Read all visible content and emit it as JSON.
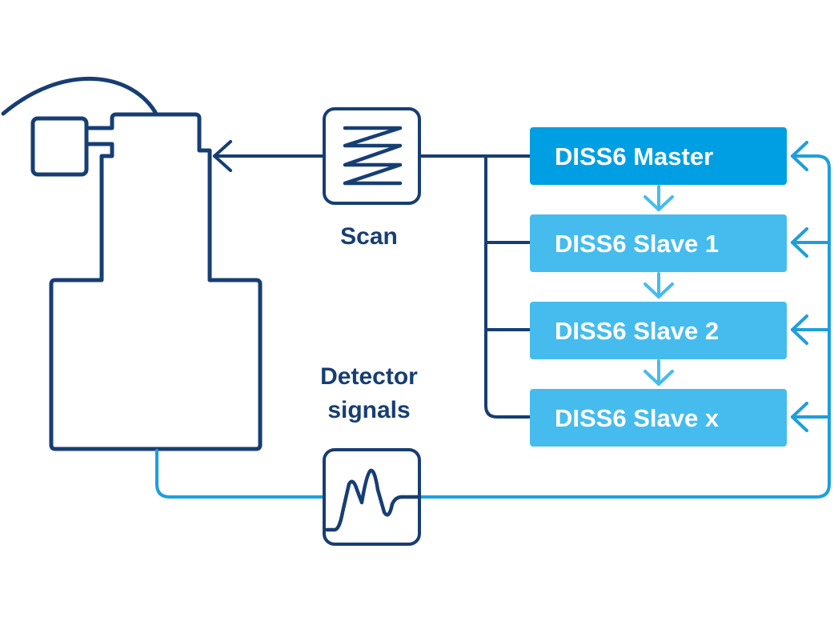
{
  "colors": {
    "dark_navy": "#173e73",
    "master_blue": "#009fe3",
    "slave_blue": "#45bced",
    "signal_line": "#1e9fdc",
    "white": "#ffffff"
  },
  "labels": {
    "scan": "Scan",
    "detector_line1": "Detector",
    "detector_line2": "signals"
  },
  "units": [
    {
      "name": "DISS6 Master",
      "role": "master"
    },
    {
      "name": "DISS6 Slave 1",
      "role": "slave"
    },
    {
      "name": "DISS6 Slave 2",
      "role": "slave"
    },
    {
      "name": "DISS6 Slave x",
      "role": "slave"
    }
  ],
  "icons": {
    "scan": "zigzag-scan-icon",
    "detector": "signal-peaks-icon",
    "instrument": "mass-spectrometer-outline"
  }
}
